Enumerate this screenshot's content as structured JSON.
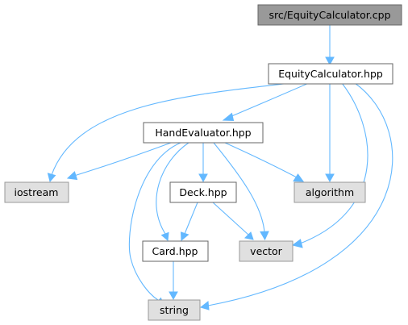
{
  "colors": {
    "edge": "#63b8ff",
    "root_fill": "#999999",
    "root_stroke": "#666666",
    "doc_fill": "#ffffff",
    "doc_stroke": "#666666",
    "system_fill": "#e0e0e0",
    "system_stroke": "#999999"
  },
  "nodes": {
    "src_equity_calculator_cpp": {
      "label": "src/EquityCalculator.cpp",
      "kind": "root"
    },
    "equity_calculator_hpp": {
      "label": "EquityCalculator.hpp",
      "kind": "doc"
    },
    "hand_evaluator_hpp": {
      "label": "HandEvaluator.hpp",
      "kind": "doc"
    },
    "iostream": {
      "label": "iostream",
      "kind": "system"
    },
    "deck_hpp": {
      "label": "Deck.hpp",
      "kind": "doc"
    },
    "algorithm": {
      "label": "algorithm",
      "kind": "system"
    },
    "card_hpp": {
      "label": "Card.hpp",
      "kind": "doc"
    },
    "vector": {
      "label": "vector",
      "kind": "system"
    },
    "string": {
      "label": "string",
      "kind": "system"
    }
  },
  "edges": [
    {
      "from": "src_equity_calculator_cpp",
      "to": "equity_calculator_hpp"
    },
    {
      "from": "equity_calculator_hpp",
      "to": "hand_evaluator_hpp"
    },
    {
      "from": "equity_calculator_hpp",
      "to": "iostream"
    },
    {
      "from": "equity_calculator_hpp",
      "to": "algorithm"
    },
    {
      "from": "equity_calculator_hpp",
      "to": "vector"
    },
    {
      "from": "equity_calculator_hpp",
      "to": "string"
    },
    {
      "from": "hand_evaluator_hpp",
      "to": "iostream"
    },
    {
      "from": "hand_evaluator_hpp",
      "to": "deck_hpp"
    },
    {
      "from": "hand_evaluator_hpp",
      "to": "algorithm"
    },
    {
      "from": "hand_evaluator_hpp",
      "to": "card_hpp"
    },
    {
      "from": "hand_evaluator_hpp",
      "to": "vector"
    },
    {
      "from": "hand_evaluator_hpp",
      "to": "string"
    },
    {
      "from": "deck_hpp",
      "to": "card_hpp"
    },
    {
      "from": "deck_hpp",
      "to": "vector"
    },
    {
      "from": "card_hpp",
      "to": "string"
    }
  ]
}
